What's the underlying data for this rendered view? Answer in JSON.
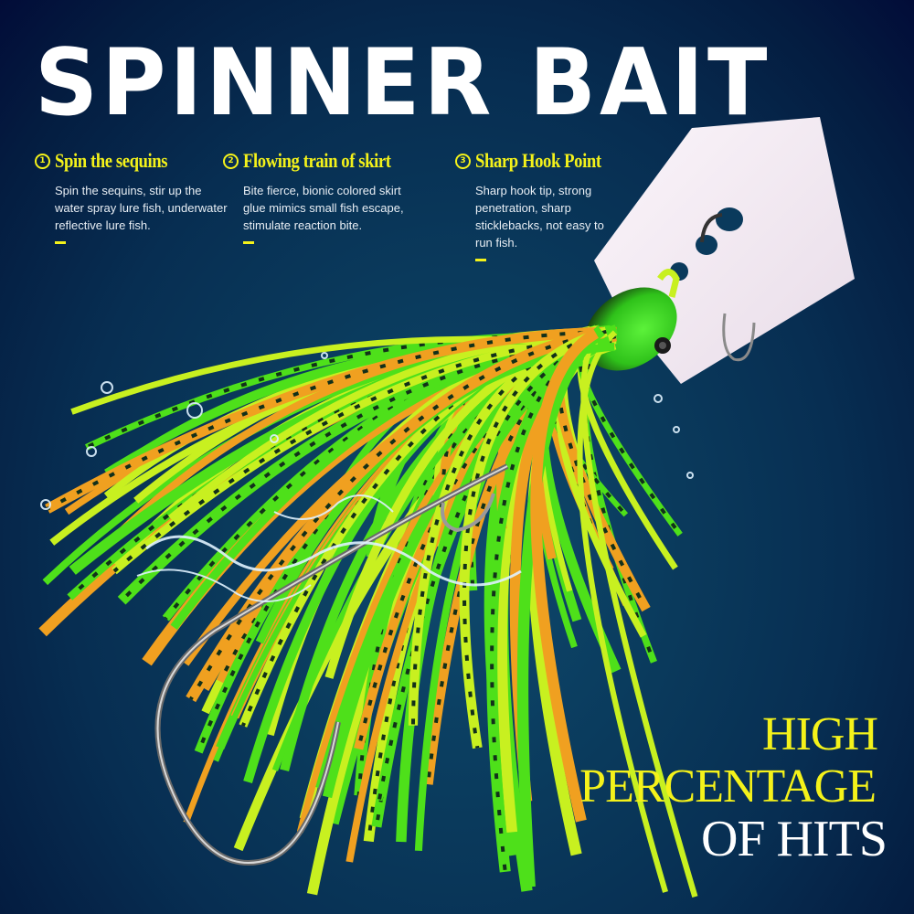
{
  "header": {
    "title": "Spinner Bait"
  },
  "features": [
    {
      "number": "1",
      "title": "Spin the sequins",
      "description": "Spin the sequins, stir up the water spray lure fish, underwater reflective lure fish."
    },
    {
      "number": "2",
      "title": "Flowing train of skirt",
      "description": "Bite fierce, bionic colored skirt glue mimics small fish escape, stimulate reaction bite."
    },
    {
      "number": "3",
      "title": "Sharp Hook Point",
      "description": "Sharp hook tip, strong penetration, sharp sticklebacks, not easy to run fish."
    }
  ],
  "tagline": {
    "line1": "HIGH",
    "line2": "PERCENTAGE",
    "line3": "OF HITS"
  },
  "product_image": {
    "subject": "spinner-bait-lure",
    "parts": [
      "chatter-blade",
      "jig-head",
      "silicone-skirt",
      "hook",
      "trailer-hook",
      "water-splash"
    ]
  },
  "colors": {
    "accent_yellow": "#f4f21a",
    "title_white": "#ffffff",
    "background_dark": "#020c38",
    "background_mid": "#0a3a5c",
    "skirt_green": "#4ee01a",
    "skirt_lime": "#c8f020",
    "skirt_orange": "#f0a020",
    "blade": "#f6eef4"
  }
}
